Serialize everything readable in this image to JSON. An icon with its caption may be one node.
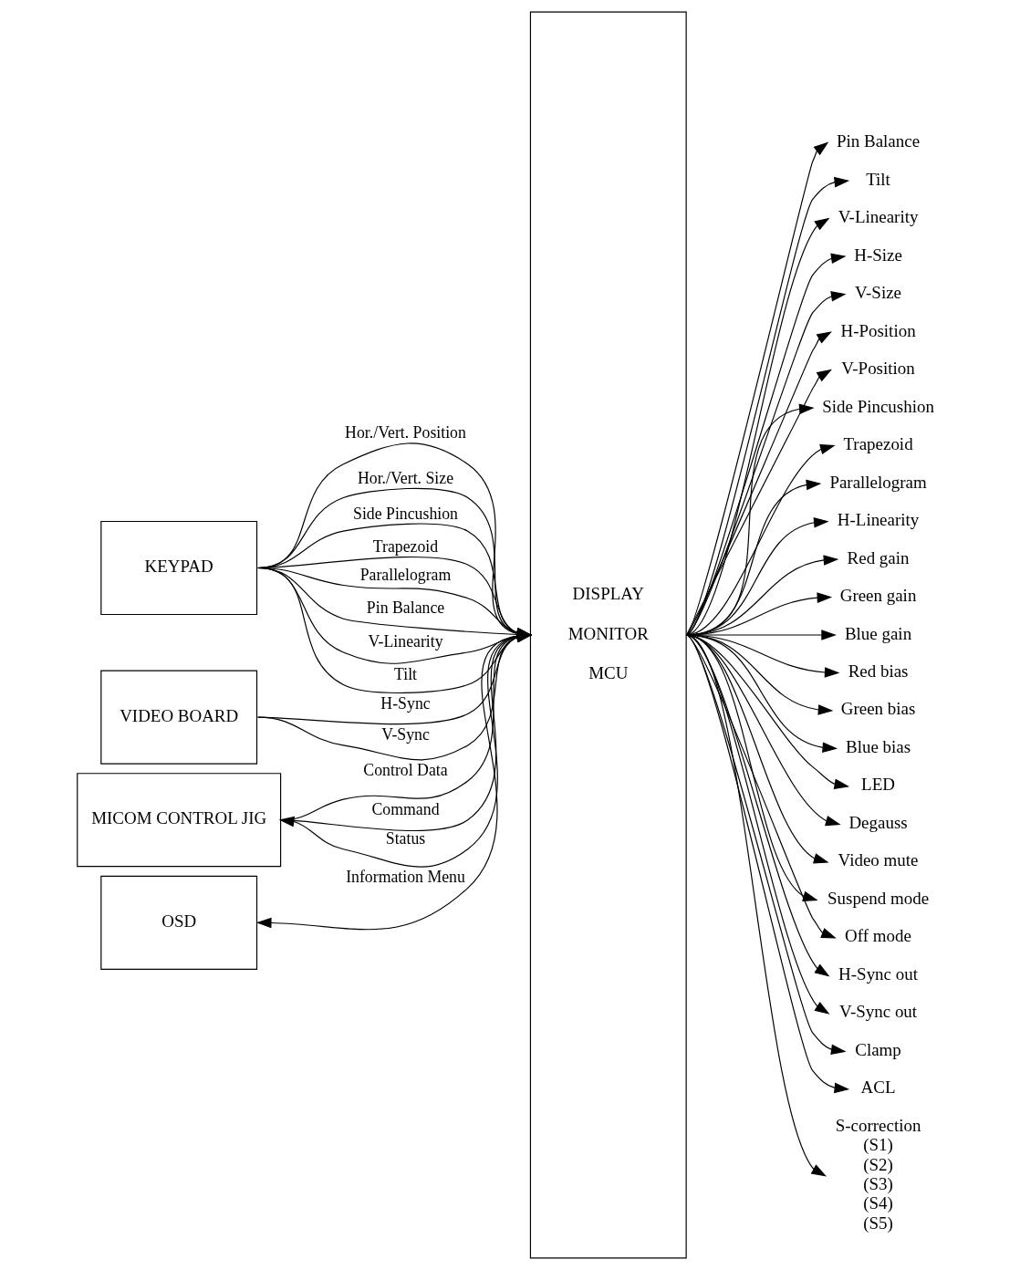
{
  "diagram": {
    "nodes": [
      {
        "text": [
          "KEYPAD"
        ]
      },
      {
        "text": [
          "VIDEO BOARD"
        ]
      },
      {
        "text": [
          "OSD"
        ]
      },
      {
        "text": [
          "MICOM CONTROL JIG"
        ]
      },
      {
        "text": [
          "DISPLAY MONITOR MCU"
        ]
      },
      {
        "text": [
          "Pin Balance"
        ]
      },
      {
        "text": [
          "Tilt"
        ]
      },
      {
        "text": [
          "V-Linearity"
        ]
      },
      {
        "text": [
          "H-Size"
        ]
      },
      {
        "text": [
          "V-Size"
        ]
      },
      {
        "text": [
          "H-Position"
        ]
      },
      {
        "text": [
          "V-Position"
        ]
      },
      {
        "text": [
          "Side Pincushion"
        ]
      },
      {
        "text": [
          "Trapezoid"
        ]
      },
      {
        "text": [
          "Parallelogram"
        ]
      },
      {
        "text": [
          "H-Linearity"
        ]
      },
      {
        "text": [
          "Red gain"
        ]
      },
      {
        "text": [
          "Green gain"
        ]
      },
      {
        "text": [
          "Blue gain"
        ]
      },
      {
        "text": [
          "Red bias"
        ]
      },
      {
        "text": [
          "Green bias"
        ]
      },
      {
        "text": [
          "Blue bias"
        ]
      },
      {
        "text": [
          "LED"
        ]
      },
      {
        "text": [
          "Degauss"
        ]
      },
      {
        "text": [
          "Video mute"
        ]
      },
      {
        "text": [
          "Suspend mode"
        ]
      },
      {
        "text": [
          "Off mode"
        ]
      },
      {
        "text": [
          "H-Sync out"
        ]
      },
      {
        "text": [
          "V-Sync out"
        ]
      },
      {
        "text": [
          "Clamp"
        ]
      },
      {
        "text": [
          "ACL"
        ]
      },
      {
        "text": [
          "S-correction"
        ],
        "beside": [
          "(S1)",
          "(S2)",
          "(S3)",
          "(S4)",
          "(S5)"
        ]
      }
    ],
    "edges": [
      {
        "from": 0,
        "to": 4,
        "arrow": "to",
        "label": "Hor./Vert. Position"
      },
      {
        "from": 0,
        "to": 4,
        "arrow": "to",
        "label": "Hor./Vert. Size"
      },
      {
        "from": 0,
        "to": 4,
        "arrow": "to",
        "label": "Side Pincushion"
      },
      {
        "from": 0,
        "to": 4,
        "arrow": "to",
        "label": "Trapezoid"
      },
      {
        "from": 0,
        "to": 4,
        "arrow": "to",
        "label": "Parallelogram"
      },
      {
        "from": 0,
        "to": 4,
        "arrow": "to",
        "label": "Pin Balance"
      },
      {
        "from": 0,
        "to": 4,
        "arrow": "to",
        "label": "V-Linearity"
      },
      {
        "from": 0,
        "to": 4,
        "arrow": "to",
        "label": "Tilt"
      },
      {
        "from": 1,
        "to": 4,
        "arrow": "to",
        "label": "H-Sync"
      },
      {
        "from": 1,
        "to": 4,
        "arrow": "to",
        "label": "V-Sync"
      },
      {
        "from": 4,
        "to": 2,
        "arrow": "to",
        "label": "Information Menu"
      },
      {
        "from": 4,
        "to": 3,
        "arrow": "to",
        "label": "Status"
      },
      {
        "from": 3,
        "to": 4,
        "arrow": "to",
        "label": "Control Data"
      },
      {
        "from": 3,
        "to": 4,
        "arrow": "to",
        "label": "Command"
      },
      {
        "from": 4,
        "to": 5,
        "arrow": "to"
      },
      {
        "from": 4,
        "to": 6,
        "arrow": "to"
      },
      {
        "from": 4,
        "to": 7,
        "arrow": "to"
      },
      {
        "from": 4,
        "to": 8,
        "arrow": "to"
      },
      {
        "from": 4,
        "to": 9,
        "arrow": "to"
      },
      {
        "from": 4,
        "to": 10,
        "arrow": "to"
      },
      {
        "from": 4,
        "to": 11,
        "arrow": "to"
      },
      {
        "from": 4,
        "to": 12,
        "arrow": "to"
      },
      {
        "from": 4,
        "to": 13,
        "arrow": "to"
      },
      {
        "from": 4,
        "to": 14,
        "arrow": "to"
      },
      {
        "from": 4,
        "to": 15,
        "arrow": "to"
      },
      {
        "from": 4,
        "to": 16,
        "arrow": "to"
      },
      {
        "from": 4,
        "to": 17,
        "arrow": "to"
      },
      {
        "from": 4,
        "to": 18,
        "arrow": "to"
      },
      {
        "from": 4,
        "to": 19,
        "arrow": "to"
      },
      {
        "from": 4,
        "to": 20,
        "arrow": "to"
      },
      {
        "from": 4,
        "to": 21,
        "arrow": "to"
      },
      {
        "from": 4,
        "to": 22,
        "arrow": "to"
      },
      {
        "from": 4,
        "to": 23,
        "arrow": "to"
      },
      {
        "from": 4,
        "to": 24,
        "arrow": "to"
      },
      {
        "from": 4,
        "to": 25,
        "arrow": "to"
      },
      {
        "from": 4,
        "to": 26,
        "arrow": "to"
      },
      {
        "from": 4,
        "to": 27,
        "arrow": "to"
      },
      {
        "from": 4,
        "to": 28,
        "arrow": "to"
      },
      {
        "from": 4,
        "to": 29,
        "arrow": "to"
      },
      {
        "from": 4,
        "to": 30,
        "arrow": "to"
      },
      {
        "from": 4,
        "to": 31,
        "arrow": "to"
      }
    ]
  }
}
